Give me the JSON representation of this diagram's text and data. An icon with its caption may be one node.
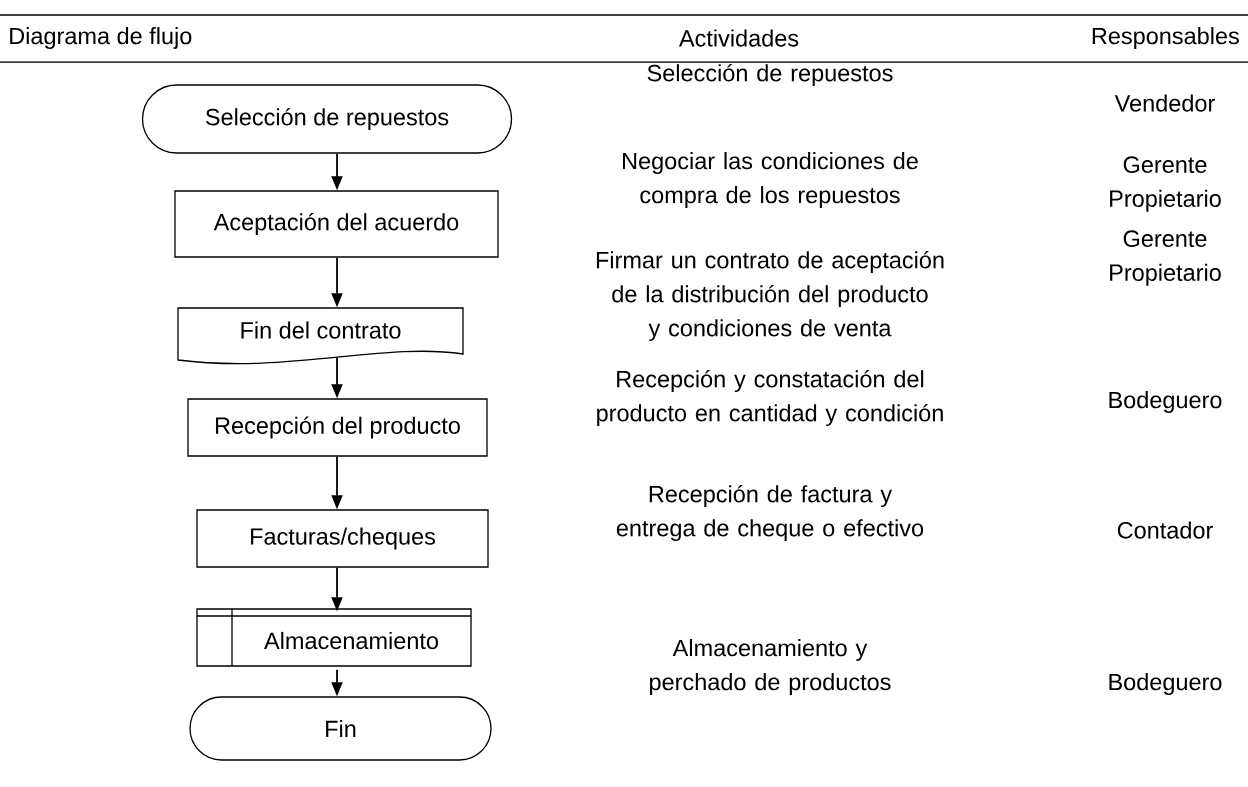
{
  "diagram": {
    "nodes": [
      {
        "text": [
          "Selección de repuestos"
        ]
      },
      {
        "text": [
          "Aceptación del acuerdo"
        ]
      },
      {
        "text": [
          "Fin del contrato"
        ]
      },
      {
        "text": [
          "Recepción del producto"
        ]
      },
      {
        "text": [
          "Facturas/cheques"
        ]
      },
      {
        "text": [
          "Almacenamiento"
        ]
      },
      {
        "text": [
          "Fin"
        ]
      }
    ],
    "edges": [
      {
        "from": 0,
        "to": 1,
        "arrow": "to"
      },
      {
        "from": 1,
        "to": 2,
        "arrow": "to"
      },
      {
        "from": 2,
        "to": 3,
        "arrow": "to"
      },
      {
        "from": 3,
        "to": 4,
        "arrow": "to"
      },
      {
        "from": 4,
        "to": 5,
        "arrow": "to"
      },
      {
        "from": 5,
        "to": 6,
        "arrow": "to"
      }
    ],
    "labels": [
      "Diagrama de flujo",
      "Actividades",
      "Responsables",
      "Selección de repuestos",
      "Vendedor",
      "Negociar las condiciones de compra de los repuestos",
      "Gerente Propietario",
      "Firmar un contrato de aceptación de la distribución del producto y condiciones de venta",
      "Gerente Propietario",
      "Recepción y constatación del producto en cantidad y condición",
      "Bodeguero",
      "Recepción de factura y entrega de cheque o efectivo",
      "Contador",
      "Almacenamiento y perchado de productos",
      "Bodeguero"
    ]
  }
}
